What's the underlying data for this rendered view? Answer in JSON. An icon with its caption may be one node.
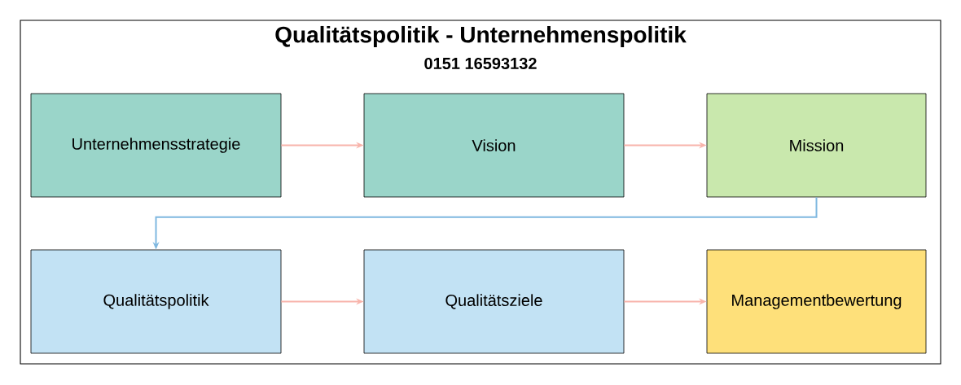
{
  "diagram": {
    "title": "Qualitätspolitik - Unternehmenspolitik",
    "nodes": [
      {
        "text": [
          "Unternehmensstrategie"
        ]
      },
      {
        "text": [
          "Vision"
        ]
      },
      {
        "text": [
          "Mission"
        ]
      },
      {
        "text": [
          "Qualitätspolitik"
        ]
      },
      {
        "text": [
          "Qualitätsziele"
        ]
      },
      {
        "text": [
          "Managementbewertung"
        ]
      }
    ],
    "edges": [
      {
        "from": 0,
        "to": 1,
        "arrow": "to"
      },
      {
        "from": 1,
        "to": 2,
        "arrow": "to"
      },
      {
        "from": 2,
        "to": 3,
        "arrow": "to",
        "color": "#7fb8e0"
      },
      {
        "from": 3,
        "to": 4,
        "arrow": "to"
      },
      {
        "from": 4,
        "to": 5,
        "arrow": "to"
      }
    ],
    "labels": [
      "0151 16593132"
    ]
  }
}
